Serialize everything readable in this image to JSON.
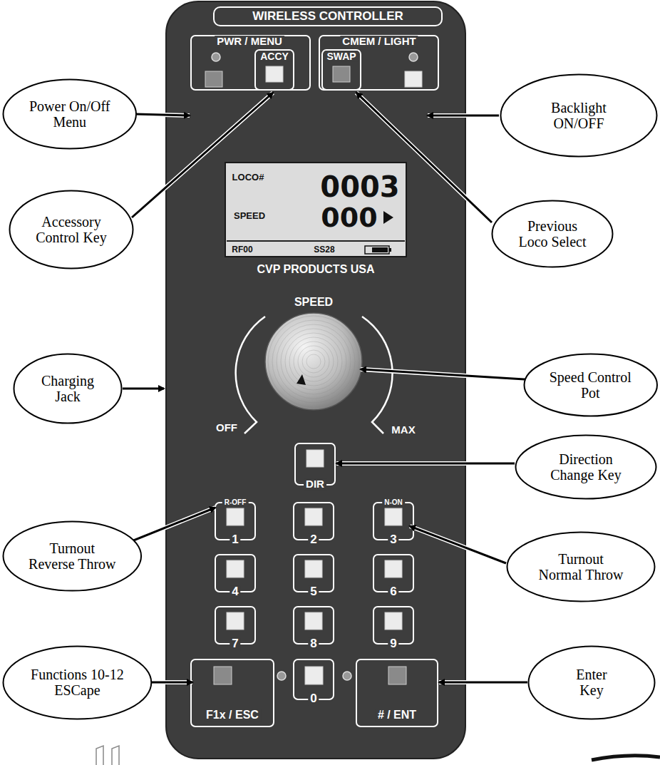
{
  "diagram": {
    "nodes": [
      {
        "text": [
          "Power On/Off Menu"
        ]
      },
      {
        "text": [
          "Backlight ON/OFF"
        ]
      },
      {
        "text": [
          "Accessory Control Key"
        ]
      },
      {
        "text": [
          "Previous Loco Select"
        ]
      },
      {
        "text": [
          "Charging Jack"
        ]
      },
      {
        "text": [
          "Speed Control Pot"
        ]
      },
      {
        "text": [
          "Direction Change Key"
        ]
      },
      {
        "text": [
          "Turnout Reverse Throw"
        ]
      },
      {
        "text": [
          "Turnout Normal Throw"
        ]
      },
      {
        "text": [
          "Functions 10-12 ESCape"
        ]
      },
      {
        "text": [
          "Enter Key"
        ]
      }
    ],
    "labels": [
      "WIRELESS CONTROLLER",
      "PWR / MENU",
      "CMEM / LIGHT",
      "ACCY",
      "SWAP",
      "LOCO#",
      "0003",
      "SPEED",
      "000",
      "RF00",
      "SS28",
      "CVP PRODUCTS  USA",
      "SPEED",
      "OFF",
      "MAX",
      "DIR",
      "R-OFF",
      "1",
      "2",
      "N-ON",
      "3",
      "4",
      "5",
      "6",
      "7",
      "8",
      "9",
      "0",
      "F1x / ESC",
      "# / ENT"
    ]
  }
}
